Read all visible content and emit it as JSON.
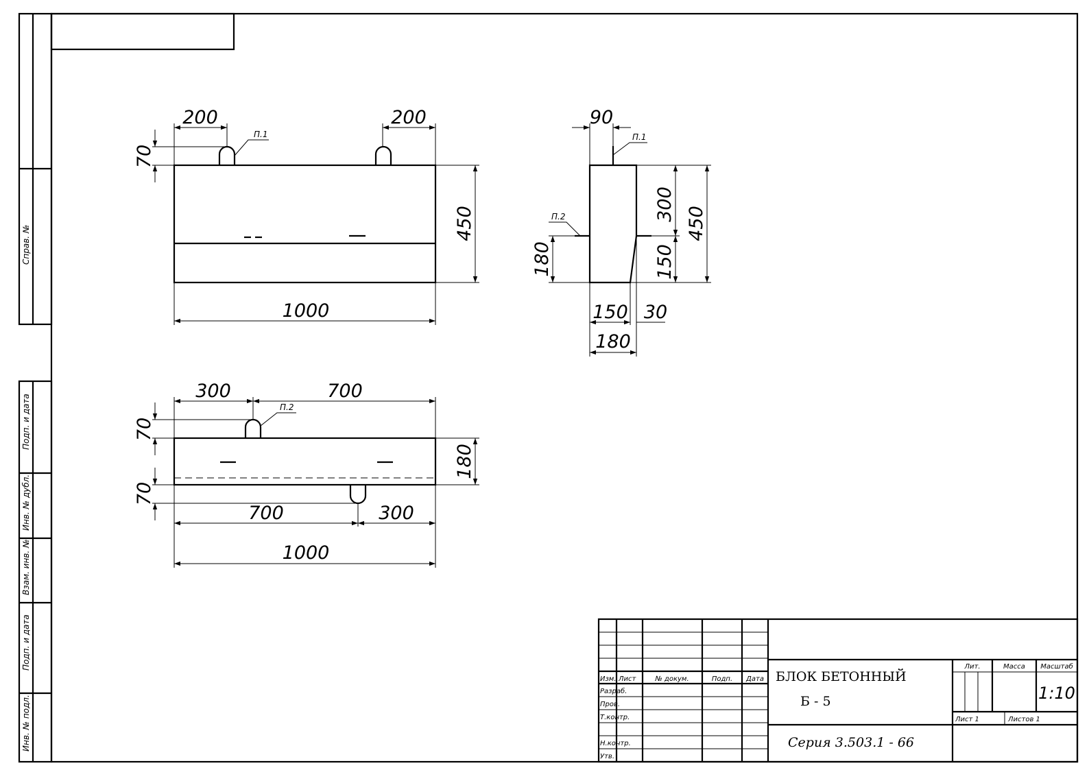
{
  "dimensions": {
    "front": {
      "d200_left": "200",
      "d200_right": "200",
      "d70": "70",
      "d450": "450",
      "d1000": "1000",
      "label_p1": "П.1"
    },
    "side": {
      "d90": "90",
      "d300": "300",
      "d450": "450",
      "d180_left": "180",
      "d150_right": "150",
      "d150_bottom": "150",
      "d30": "30",
      "d180_bottom": "180",
      "label_p1": "П.1",
      "label_p2": "П.2"
    },
    "plan": {
      "d300_top": "300",
      "d700_top": "700",
      "d70_top": "70",
      "d180": "180",
      "d70_bottom": "70",
      "d700_bottom": "700",
      "d300_bottom": "300",
      "d1000": "1000",
      "label_p2": "П.2"
    }
  },
  "left_strip": {
    "sprav_no": "Справ. №",
    "podp_data_1": "Подп. и дата",
    "inv_dubl": "Инв. № дубл.",
    "vzam_inv": "Взам. инв. №",
    "podp_data_2": "Подп. и дата",
    "inv_podl": "Инв. № подл."
  },
  "title_block": {
    "col_izm": "Изм.",
    "col_list": "Лист",
    "col_dokum": "№ докум.",
    "col_podp": "Подп.",
    "col_data": "Дата",
    "row_razrab": "Разраб.",
    "row_prov": "Пров.",
    "row_tkontr": "Т.контр.",
    "row_nkontr": "Н.контр.",
    "row_utv": "Утв.",
    "name_line1": "БЛОК БЕТОННЫЙ",
    "name_line2": "Б - 5",
    "series": "Серия 3.503.1 - 66",
    "lit": "Лит.",
    "massa": "Масса",
    "masshtab": "Масштаб",
    "scale_value": "1:10",
    "sheet": "Лист 1",
    "sheets": "Листов 1"
  }
}
